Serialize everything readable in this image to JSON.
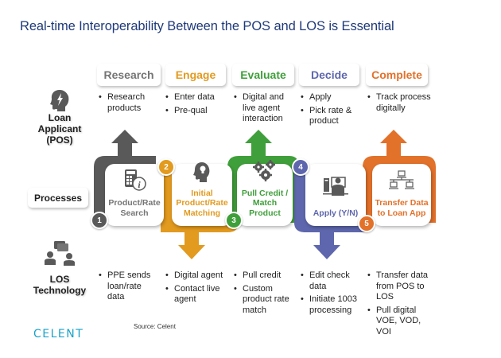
{
  "title": "Real-time Interoperability Between the POS and LOS is Essential",
  "colors": {
    "research": "#595959",
    "engage": "#e29a1f",
    "evaluate": "#3f9f3a",
    "decide": "#5e67ad",
    "complete": "#e2712a",
    "title": "#1f3a7a",
    "brand": "#1aa3c9"
  },
  "row_labels": {
    "pos": [
      "Loan",
      "Applicant",
      "(POS)"
    ],
    "processes": "Processes",
    "los": [
      "LOS",
      "Technology"
    ]
  },
  "row_icons": {
    "pos": "head-lightning-icon",
    "los": "people-chat-icon"
  },
  "stages": [
    {
      "label": "Research",
      "pos_bullets": [
        "Research products"
      ],
      "process_number": "1",
      "process_label": "Product/Rate Search",
      "process_icon": "calculator-info-icon",
      "los_bullets": [
        "PPE sends loan/rate data"
      ]
    },
    {
      "label": "Engage",
      "pos_bullets": [
        "Enter data",
        "Pre-qual"
      ],
      "process_number": "2",
      "process_label": "Initial Product/Rate Matching",
      "process_icon": "head-lightbulb-icon",
      "los_bullets": [
        "Digital agent",
        "Contact live agent"
      ]
    },
    {
      "label": "Evaluate",
      "pos_bullets": [
        "Digital and live agent interaction"
      ],
      "process_number": "3",
      "process_label": "Pull Credit / Match Product",
      "process_icon": "gears-icon",
      "los_bullets": [
        "Pull credit",
        "Custom product rate match"
      ]
    },
    {
      "label": "Decide",
      "pos_bullets": [
        "Apply",
        "Pick rate & product"
      ],
      "process_number": "4",
      "process_label": "Apply (Y/N)",
      "process_icon": "person-computer-icon",
      "los_bullets": [
        "Edit check data",
        "Initiate 1003 processing"
      ]
    },
    {
      "label": "Complete",
      "pos_bullets": [
        "Track process digitally"
      ],
      "process_number": "5",
      "process_label": "Transfer Data to Loan App",
      "process_icon": "network-computers-icon",
      "los_bullets": [
        "Transfer data from POS to LOS",
        "Pull digital VOE, VOD, VOI"
      ]
    }
  ],
  "source": "Source: Celent",
  "brand": "CELENT"
}
